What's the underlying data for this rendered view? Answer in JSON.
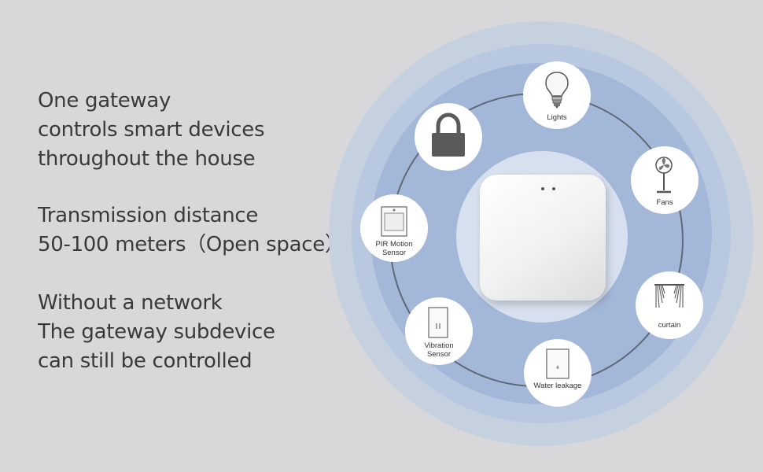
{
  "text": {
    "block1": [
      "One gateway",
      "controls smart devices",
      "throughout the house"
    ],
    "block2": [
      "Transmission distance",
      "50-100 meters（Open space）"
    ],
    "block3": [
      "Without a network",
      "The gateway subdevice",
      "can still be controlled"
    ]
  },
  "devices": {
    "lights": "Lights",
    "fans": "Fans",
    "curtain": "curtain",
    "water": "Water leakage",
    "vibration_1": "Vibration",
    "vibration_2": "Sensor",
    "pir_1": "PIR Motion",
    "pir_2": "Sensor"
  },
  "colors": {
    "background": "#d8d8da",
    "ring_outer": "#c6d1e0",
    "ring_inner": "#a3b7d8",
    "text": "#3a3a3a"
  }
}
